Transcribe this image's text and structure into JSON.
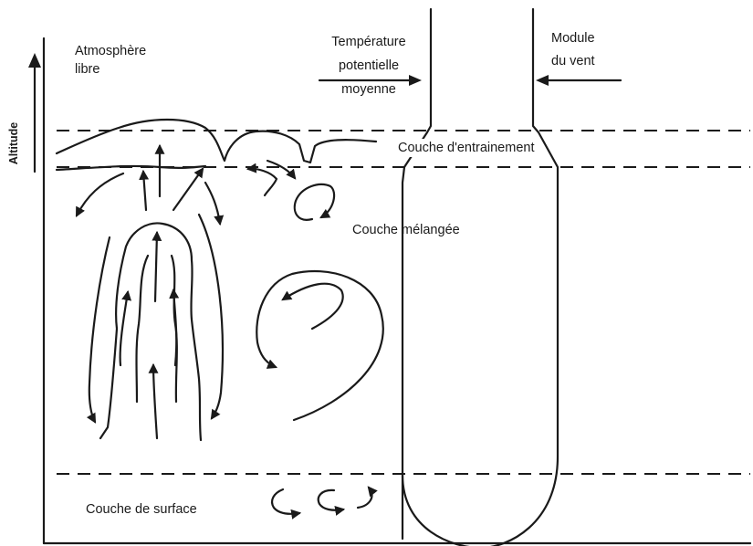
{
  "labels": {
    "atmosphere_libre": [
      "Atmosphère",
      "libre"
    ],
    "temperature": [
      "Température",
      "potentielle",
      "moyenne"
    ],
    "module_vent": [
      "Module",
      "du vent"
    ],
    "couche_entrainement": "Couche d'entrainement",
    "couche_melangee": "Couche mélangée",
    "couche_surface": "Couche de surface",
    "altitude": "Altitude"
  }
}
